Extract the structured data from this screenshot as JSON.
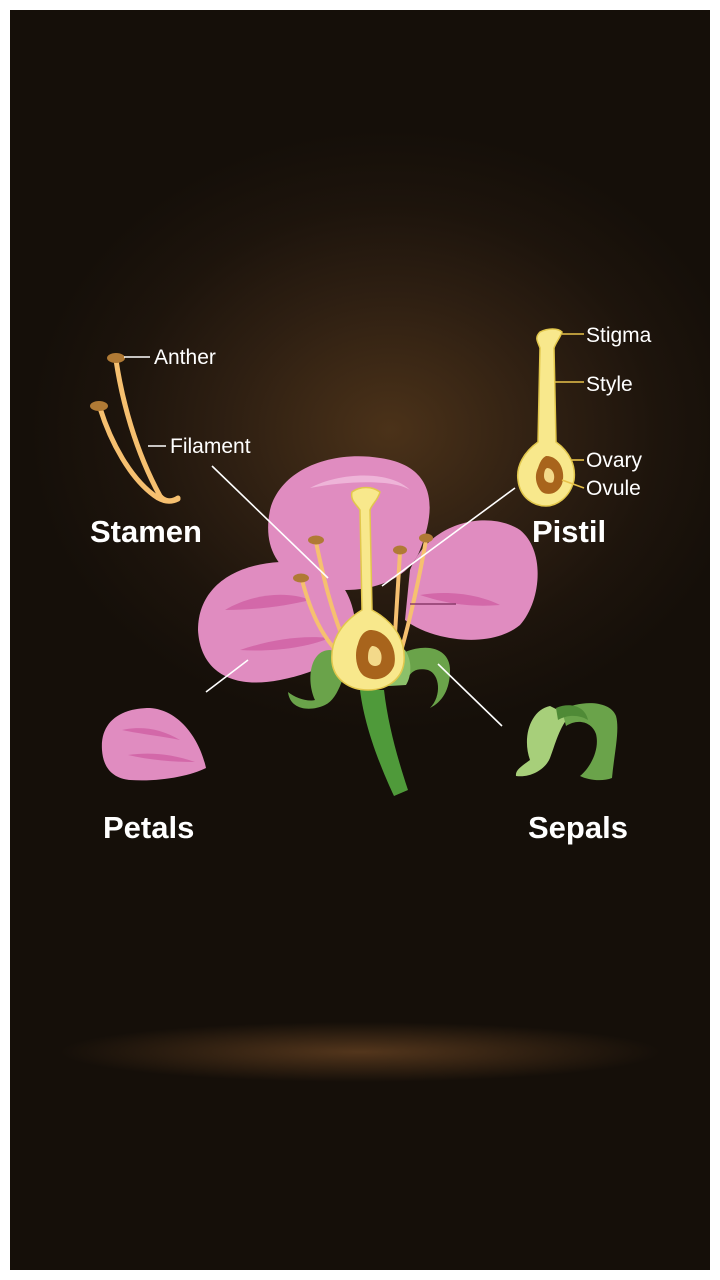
{
  "labels": {
    "anther": "Anther",
    "filament": "Filament",
    "stamen": "Stamen",
    "stigma": "Stigma",
    "style": "Style",
    "ovary": "Ovary",
    "ovule": "Ovule",
    "pistil": "Pistil",
    "petals": "Petals",
    "sepals": "Sepals"
  },
  "colors": {
    "petal": "#e08cc0",
    "petal_light": "#eeb4d8",
    "petal_vein": "#c9509a",
    "pistil": "#f8e88c",
    "pistil_outline": "#e2c74c",
    "ovary_core": "#a8641c",
    "stamen": "#f6c070",
    "anther": "#b07a35",
    "sepal": "#6aa34a",
    "sepal_light": "#a7cf7a",
    "stem": "#4f9a3a"
  }
}
